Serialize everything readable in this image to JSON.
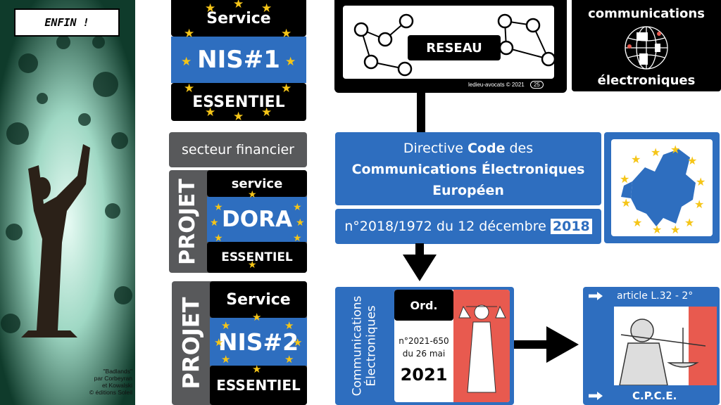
{
  "comic": {
    "speech": "ENFIN !",
    "credit_lines": [
      "\"Badlands\"",
      "par Corbeyran",
      "et Kowalski",
      "© éditions Soleil"
    ]
  },
  "nis1": {
    "top": "Service",
    "middle": "NIS#1",
    "bottom": "ESSENTIEL"
  },
  "secteur": "secteur financier",
  "dora": {
    "projet": "PROJET",
    "top": "service",
    "middle": "DORA",
    "bottom": "ESSENTIEL"
  },
  "nis2": {
    "projet": "PROJET",
    "top": "Service",
    "middle": "NIS#2",
    "bottom": "ESSENTIEL"
  },
  "reseau": {
    "label": "RESEAU",
    "footer": "ledieu-avocats © 2021",
    "page": "25"
  },
  "comms": {
    "top": "communications",
    "bottom": "électroniques"
  },
  "directive": {
    "line1_pre": "Directive ",
    "line1_bold": "Code",
    "line1_post": " des",
    "line2": "Communications Électroniques",
    "line3": "Européen",
    "number_text": "n°2018/1972 du 12 décembre ",
    "year": "2018"
  },
  "ordonnance": {
    "side": "Communications Électroniques",
    "tag": "Ord.",
    "number": "n°2021-650",
    "date": "du 26 mai",
    "year": "2021"
  },
  "cpce": {
    "article": "article L.32 - 2°",
    "code": "C.P.C.E."
  },
  "colors": {
    "blue": "#2e6ebf",
    "gold": "#f5c518",
    "gray": "#58595b",
    "red": "#e85a4f"
  }
}
